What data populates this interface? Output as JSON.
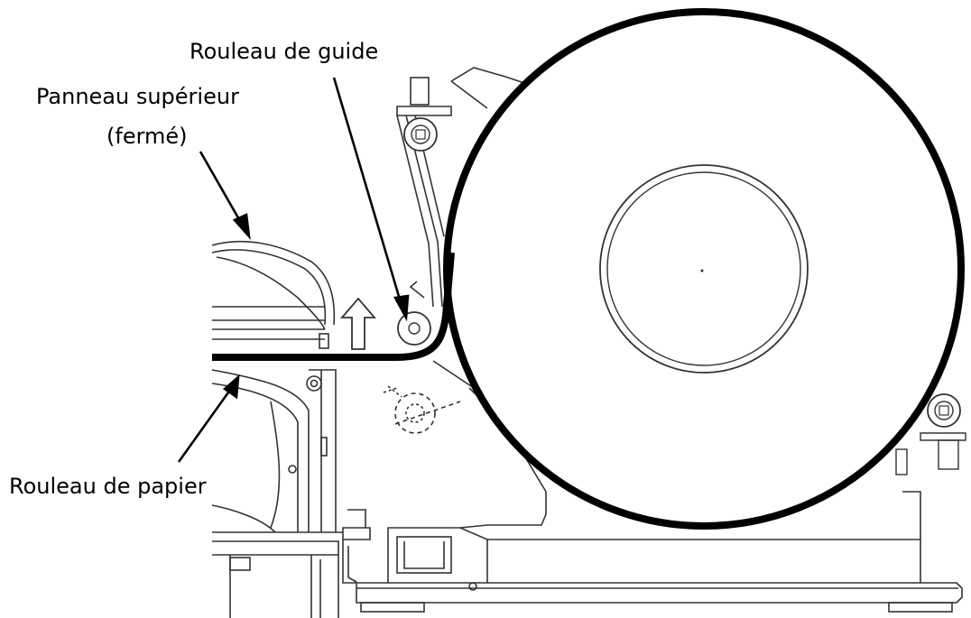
{
  "labels": {
    "guide_roller": "Rouleau de guide",
    "top_panel_line1": "Panneau supérieur",
    "top_panel_line2": "(fermé)",
    "paper_roll": "Rouleau de papier"
  },
  "colors": {
    "ink": "#000000",
    "paper": "#ffffff",
    "line": "#333333"
  }
}
